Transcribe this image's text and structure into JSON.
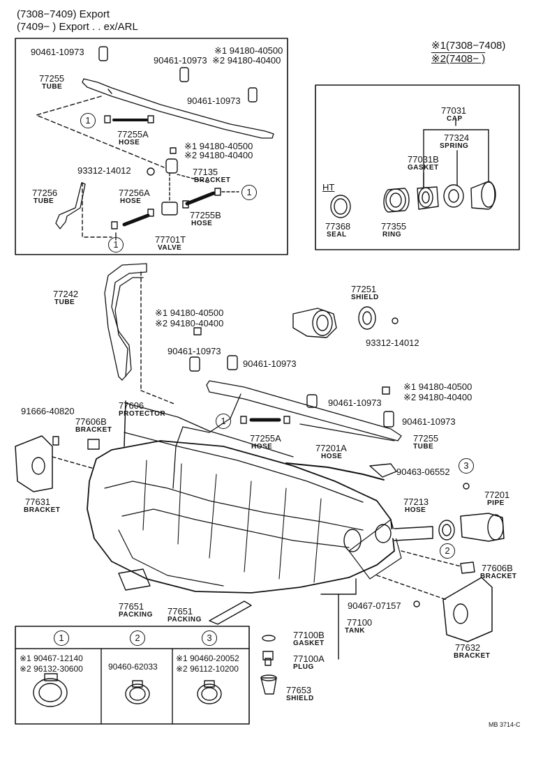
{
  "header": {
    "line1": "(7308−7409) Export",
    "line2": "(7409−        ) Export . . ex/ARL"
  },
  "legend": {
    "line1": "※1(7308−7408)",
    "line2": "※2(7408−        )"
  },
  "inset": {
    "p90461_a": "90461-10973",
    "p90461_b": "90461-10973",
    "p90461_c": "90461-10973",
    "alt1": "※1 94180-40500",
    "alt2": "※2 94180-40400",
    "p77255": "77255",
    "tube": "TUBE",
    "p77255A": "77255A",
    "hose": "HOSE",
    "alt1b": "※1 94180-40500",
    "alt2b": "※2 94180-40400",
    "p93312": "93312-14012",
    "p77135": "77135",
    "bracket": "BRACKET",
    "p77256": "77256",
    "tube2": "TUBE",
    "p77256A": "77256A",
    "hose2": "HOSE",
    "p77255B": "77255B",
    "hose3": "HOSE",
    "p77701T": "77701T",
    "valve": "VALVE",
    "c1": "1"
  },
  "cap_box": {
    "p77031": "77031",
    "cap": "CAP",
    "p77324": "77324",
    "spring": "SPRING",
    "p77031B": "77031B",
    "gasket": "GASKET",
    "ht": "HT",
    "p77368": "77368",
    "seal": "SEAL",
    "p77355": "77355",
    "ring": "RING"
  },
  "main": {
    "p77242": "77242",
    "tube": "TUBE",
    "alt1": "※1 94180-40500",
    "alt2": "※2 94180-40400",
    "p90461_a": "90461-10973",
    "p90461_b": "90461-10973",
    "p77251": "77251",
    "shield": "SHIELD",
    "p93312": "93312-14012",
    "alt1b": "※1 94180-40500",
    "alt2b": "※2 94180-40400",
    "p90461_c": "90461-10973",
    "p90461_d": "90461-10973",
    "p91666": "91666-40820",
    "p77606": "77606",
    "protector": "PROTECTOR",
    "p77606B": "77606B",
    "bracket": "BRACKET",
    "p77255A": "77255A",
    "hose": "HOSE",
    "p77255": "77255",
    "tube2": "TUBE",
    "p77201A": "77201A",
    "hose2": "HOSE",
    "p90463": "90463-06552",
    "p77631": "77631",
    "bracket2": "BRACKET",
    "p77213": "77213",
    "hose3": "HOSE",
    "p77201": "77201",
    "pipe": "PIPE",
    "p77606B_2": "77606B",
    "bracket3": "BRACKET",
    "p77651_a": "77651",
    "packing_a": "PACKING",
    "p77651_b": "77651",
    "packing_b": "PACKING",
    "p90467": "90467-07157",
    "p77100": "77100",
    "tank": "TANK",
    "p77100B": "77100B",
    "gasket": "GASKET",
    "p77100A": "77100A",
    "plug": "PLUG",
    "p77653": "77653",
    "shield2": "SHIELD",
    "p77632": "77632",
    "bracket4": "BRACKET",
    "c1": "1",
    "c2": "2",
    "c3": "3"
  },
  "clamp_table": {
    "h1": "1",
    "h2": "2",
    "h3": "3",
    "c1_a": "※1 90467-12140",
    "c1_b": "※2 96132-30600",
    "c2_a": "90460-62033",
    "c3_a": "※1 90460-20052",
    "c3_b": "※2 96112-10200"
  },
  "footer_code": "MB 3714-C"
}
